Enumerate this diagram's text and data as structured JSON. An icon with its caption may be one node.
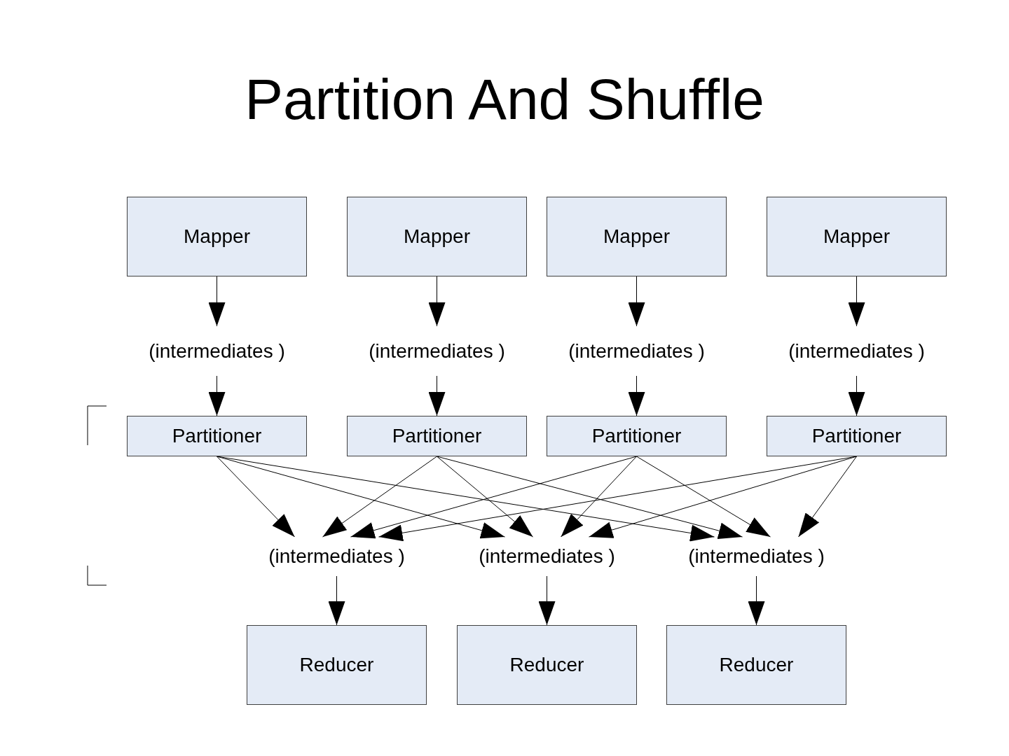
{
  "diagram": {
    "title": "Partition And Shuffle",
    "nodes": [
      {
        "text": [
          "Mapper"
        ]
      },
      {
        "text": [
          "Mapper"
        ]
      },
      {
        "text": [
          "Mapper"
        ]
      },
      {
        "text": [
          "Mapper"
        ]
      },
      {
        "text": [
          "(intermediates )"
        ]
      },
      {
        "text": [
          "(intermediates )"
        ]
      },
      {
        "text": [
          "(intermediates )"
        ]
      },
      {
        "text": [
          "(intermediates )"
        ]
      },
      {
        "text": [
          "Partitioner"
        ]
      },
      {
        "text": [
          "Partitioner"
        ]
      },
      {
        "text": [
          "Partitioner"
        ]
      },
      {
        "text": [
          "Partitioner"
        ]
      },
      {
        "text": [
          "(intermediates )"
        ]
      },
      {
        "text": [
          "(intermediates )"
        ]
      },
      {
        "text": [
          "(intermediates )"
        ]
      },
      {
        "text": [
          "Reducer"
        ]
      },
      {
        "text": [
          "Reducer"
        ]
      },
      {
        "text": [
          "Reducer"
        ]
      }
    ],
    "edges": [
      {
        "from": 0,
        "to": 4,
        "arrow": "to"
      },
      {
        "from": 1,
        "to": 5,
        "arrow": "to"
      },
      {
        "from": 2,
        "to": 6,
        "arrow": "to"
      },
      {
        "from": 3,
        "to": 7,
        "arrow": "to"
      },
      {
        "from": 4,
        "to": 8,
        "arrow": "to"
      },
      {
        "from": 5,
        "to": 9,
        "arrow": "to"
      },
      {
        "from": 6,
        "to": 10,
        "arrow": "to"
      },
      {
        "from": 7,
        "to": 11,
        "arrow": "to"
      },
      {
        "from": 8,
        "to": 12,
        "arrow": "to"
      },
      {
        "from": 8,
        "to": 13,
        "arrow": "to"
      },
      {
        "from": 8,
        "to": 14,
        "arrow": "to"
      },
      {
        "from": 9,
        "to": 12,
        "arrow": "to"
      },
      {
        "from": 9,
        "to": 13,
        "arrow": "to"
      },
      {
        "from": 9,
        "to": 14,
        "arrow": "to"
      },
      {
        "from": 10,
        "to": 12,
        "arrow": "to"
      },
      {
        "from": 10,
        "to": 13,
        "arrow": "to"
      },
      {
        "from": 10,
        "to": 14,
        "arrow": "to"
      },
      {
        "from": 11,
        "to": 12,
        "arrow": "to"
      },
      {
        "from": 11,
        "to": 13,
        "arrow": "to"
      },
      {
        "from": 11,
        "to": 14,
        "arrow": "to"
      },
      {
        "from": 12,
        "to": 15,
        "arrow": "to"
      },
      {
        "from": 13,
        "to": 16,
        "arrow": "to"
      },
      {
        "from": 14,
        "to": 17,
        "arrow": "to"
      }
    ]
  }
}
